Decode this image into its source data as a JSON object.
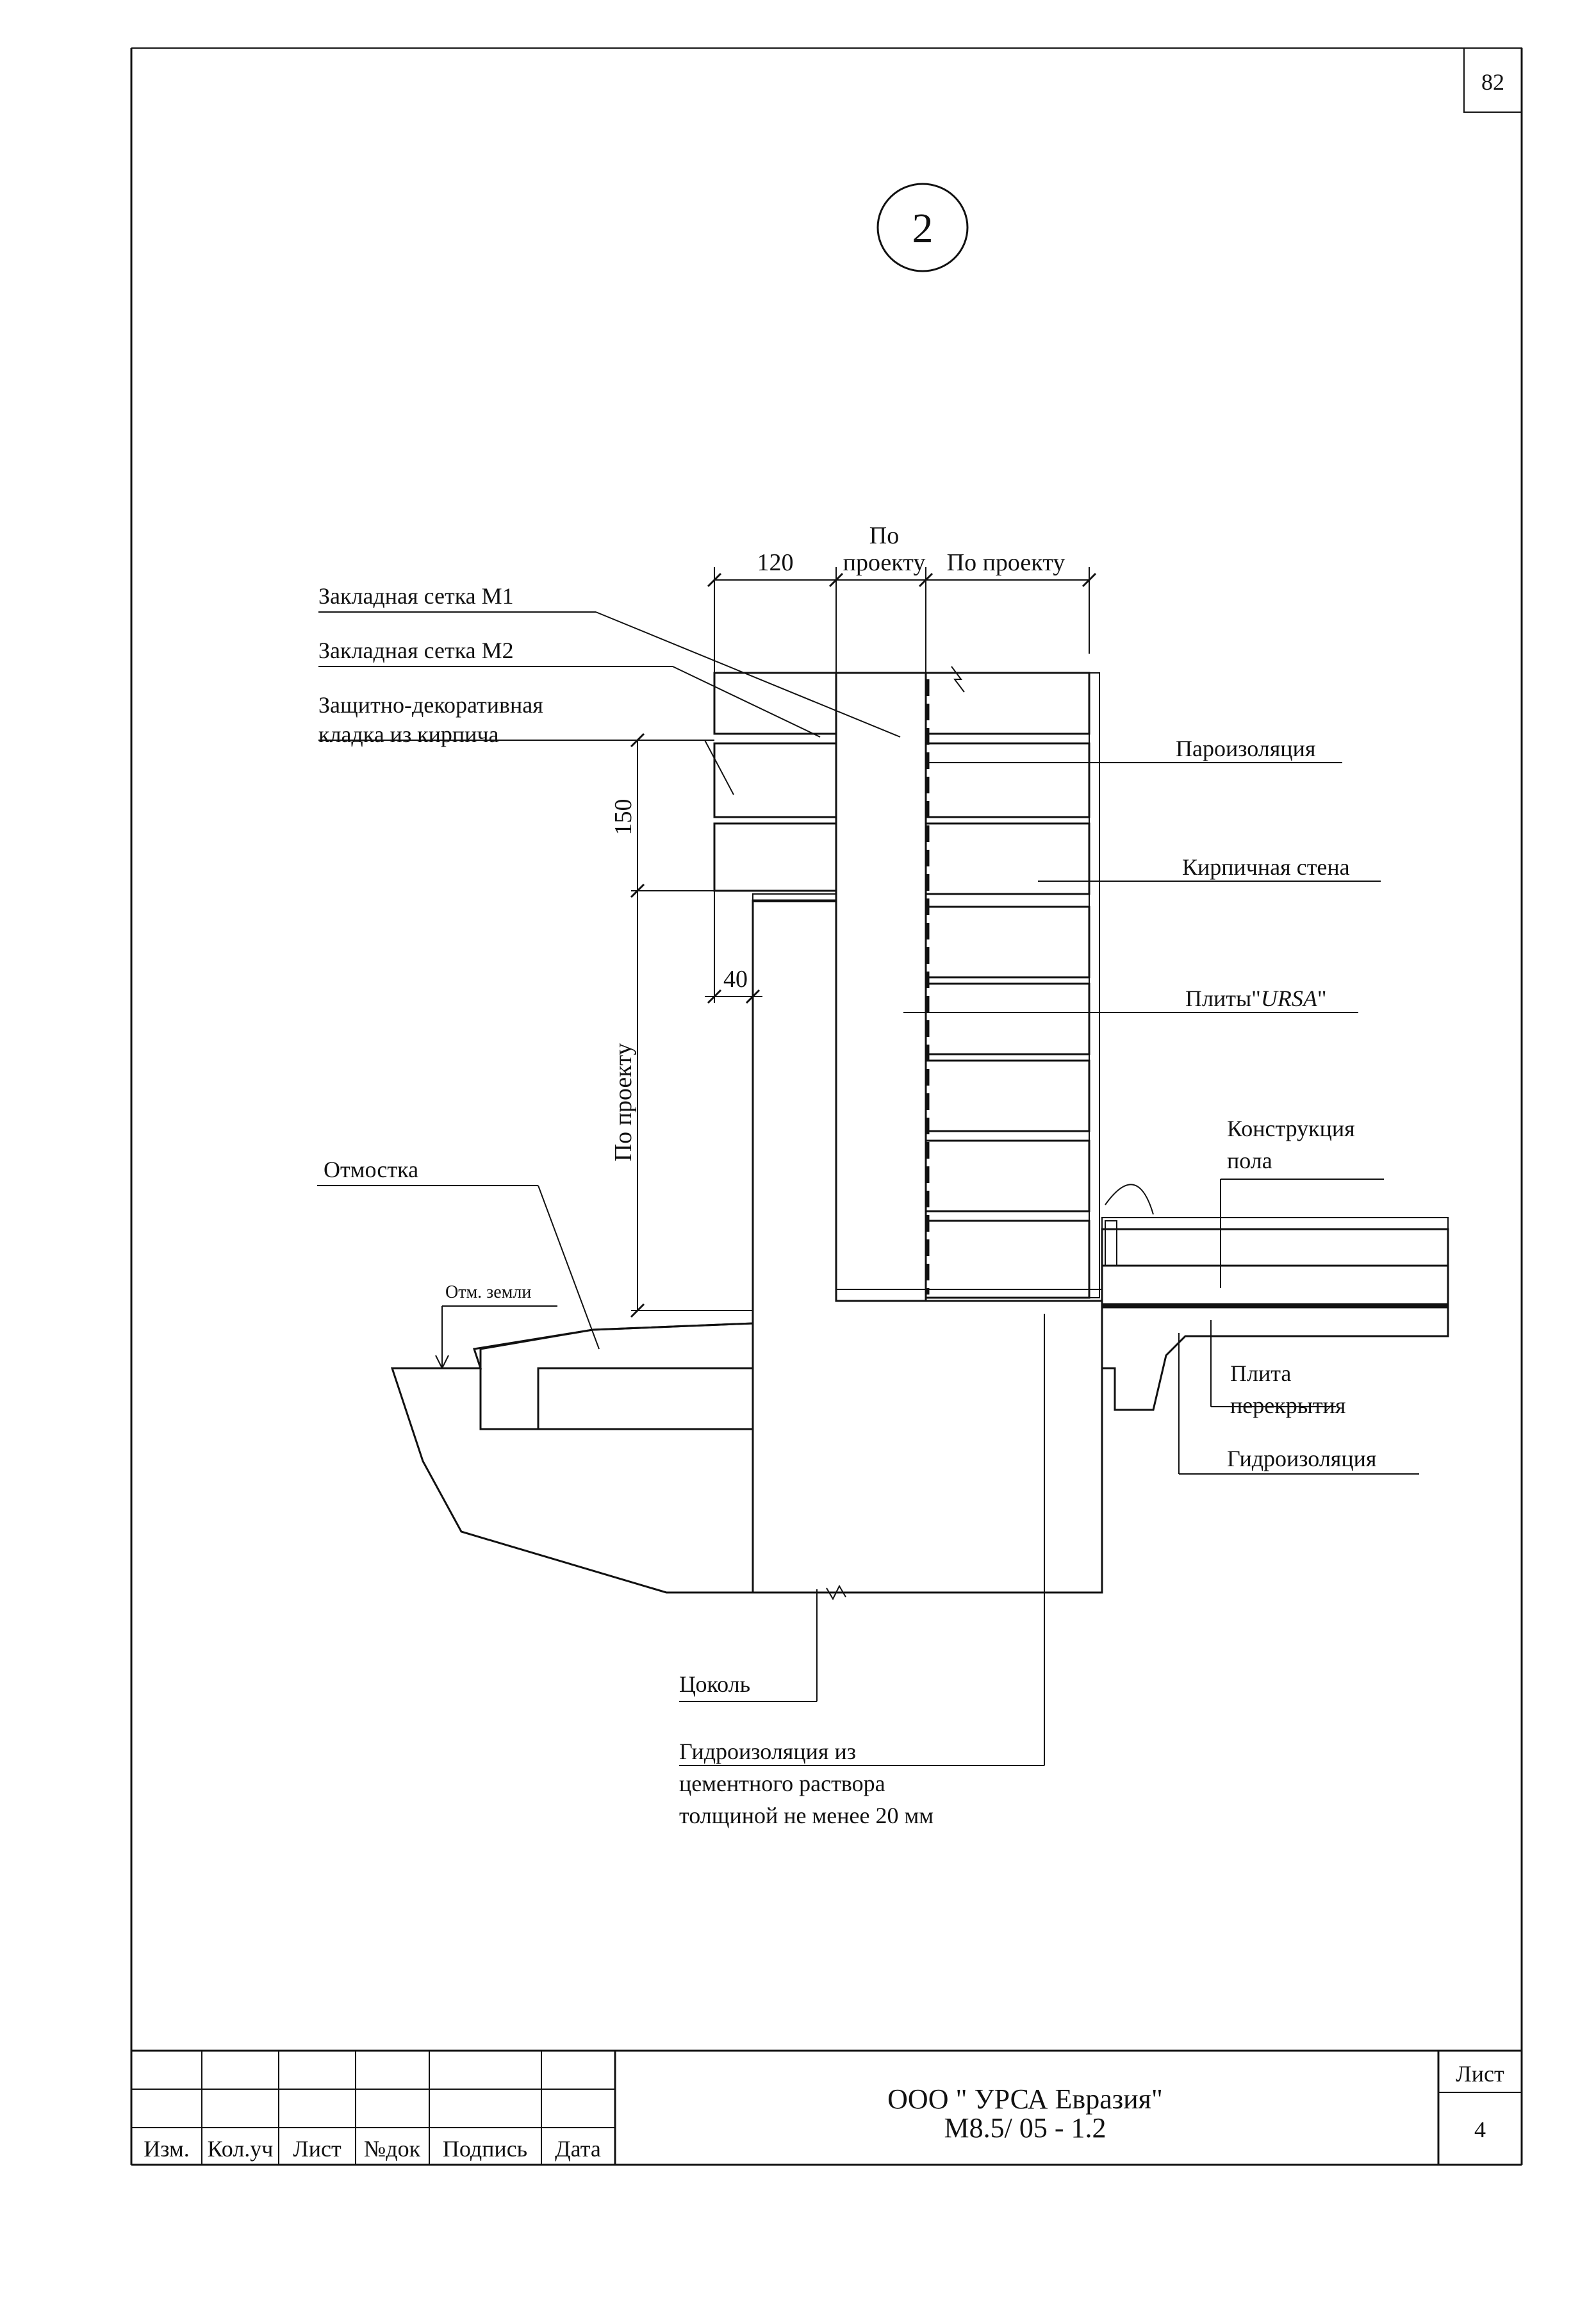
{
  "sheet_corner_number": "82",
  "detail_number": "2",
  "dimensions": {
    "d120": "120",
    "po_proektu_top_1": "По",
    "po_proektu_top_2": "проекту",
    "po_proektu_top_3": "По проекту",
    "d150": "150",
    "d40": "40",
    "po_proektu_vertical": "По проекту"
  },
  "labels": {
    "mesh_m1": "Закладная сетка М1",
    "mesh_m2": "Закладная сетка М2",
    "facing_line1": "Защитно-декоративная",
    "facing_line2": "кладка из кирпича",
    "vapor_barrier": "Пароизоляция",
    "brick_wall": "Кирпичная стена",
    "ursa_prefix": "Плиты\"",
    "ursa_name": "URSA",
    "ursa_suffix": "\"",
    "floor_line1": "Конструкция",
    "floor_line2": "пола",
    "blind_area": "Отмостка",
    "ground_level": "Отм. земли",
    "slab_line1": "Плита",
    "slab_line2": "перекрытия",
    "waterproofing": "Гидроизоляция",
    "plinth": "Цоколь",
    "cement_line1": "Гидроизоляция из",
    "cement_line2": "цементного раствора",
    "cement_line3": "толщиной не менее 20 мм"
  },
  "title_block": {
    "columns": [
      "Изм.",
      "Кол.уч",
      "Лист",
      "№док",
      "Подпись",
      "Дата"
    ],
    "company": "ООО \" УРСА Евразия\"",
    "code": "М8.5/ 05 - 1.2",
    "sheet_label": "Лист",
    "sheet_number": "4"
  }
}
